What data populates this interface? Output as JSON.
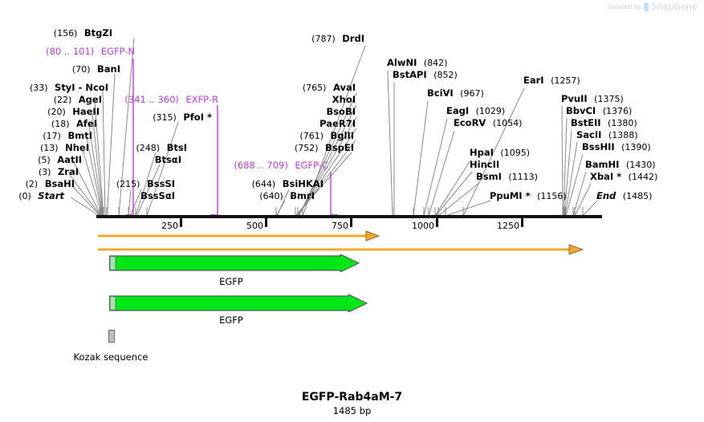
{
  "watermark": {
    "created_by": "Created by",
    "brand": "SnapGene"
  },
  "title": "EGFP-Rab4aM-7",
  "subtitle": "1485 bp",
  "sequence_length_bp": 1485,
  "ruler": {
    "ticks": [
      {
        "label": "250",
        "bp": 250
      },
      {
        "label": "500",
        "bp": 500
      },
      {
        "label": "750",
        "bp": 750
      },
      {
        "label": "1000",
        "bp": 1000
      },
      {
        "label": "1250",
        "bp": 1250
      }
    ]
  },
  "site_labels": [
    {
      "id": "start",
      "pos": "(0)",
      "names": [
        "Start"
      ],
      "style": "italic",
      "bp": 0
    },
    {
      "id": "bsahi",
      "pos": "(2)",
      "names": [
        "BsaHI"
      ],
      "bp": 2
    },
    {
      "id": "zrai",
      "pos": "(3)",
      "names": [
        "ZraI"
      ],
      "bp": 3
    },
    {
      "id": "aatii",
      "pos": "(5)",
      "names": [
        "AatII"
      ],
      "bp": 5
    },
    {
      "id": "nhei",
      "pos": "(13)",
      "names": [
        "NheI"
      ],
      "bp": 13
    },
    {
      "id": "bmti",
      "pos": "(17)",
      "names": [
        "BmtI"
      ],
      "bp": 17
    },
    {
      "id": "afei",
      "pos": "(18)",
      "names": [
        "AfeI"
      ],
      "bp": 18
    },
    {
      "id": "haeii",
      "pos": "(20)",
      "names": [
        "HaeII"
      ],
      "bp": 20
    },
    {
      "id": "agei",
      "pos": "(22)",
      "names": [
        "AgeI"
      ],
      "bp": 22
    },
    {
      "id": "styi",
      "pos": "(33)",
      "names": [
        "StyI  -  NcoI"
      ],
      "bp": 33
    },
    {
      "id": "bani",
      "pos": "(70)",
      "names": [
        "BanI"
      ],
      "bp": 70
    },
    {
      "id": "btgzi",
      "pos": "(156)",
      "names": [
        "BtgZI"
      ],
      "bp": 156
    },
    {
      "id": "bsssi",
      "pos": "(215)",
      "names": [
        "BssSI",
        "BssSαI"
      ],
      "bp": 215
    },
    {
      "id": "btsi",
      "pos": "(248)",
      "names": [
        "BtsI",
        "BtsαI"
      ],
      "bp": 248
    },
    {
      "id": "pfoi",
      "pos": "(315)",
      "names": [
        "PfoI *"
      ],
      "bp": 315
    },
    {
      "id": "bmri",
      "pos": "(640)",
      "names": [
        "BmrI"
      ],
      "bp": 640
    },
    {
      "id": "bsihkai",
      "pos": "(644)",
      "names": [
        "BsiHKAI"
      ],
      "bp": 644
    },
    {
      "id": "bspei",
      "pos": "(752)",
      "names": [
        "BspEI"
      ],
      "bp": 752
    },
    {
      "id": "bglii",
      "pos": "(761)",
      "names": [
        "BglII"
      ],
      "bp": 761
    },
    {
      "id": "avai",
      "pos": "(765)",
      "names": [
        "AvaI",
        "XhoI",
        "BsoBI",
        "PaeR7I"
      ],
      "bp": 765
    },
    {
      "id": "drdi",
      "pos": "(787)",
      "names": [
        "DrdI"
      ],
      "bp": 787
    },
    {
      "id": "alwni",
      "pos": "(842)",
      "names": [
        "AlwNI"
      ],
      "bp": 842,
      "align": "left"
    },
    {
      "id": "bstapi",
      "pos": "(852)",
      "names": [
        "BstAPI"
      ],
      "bp": 852,
      "align": "left"
    },
    {
      "id": "bcivi",
      "pos": "(967)",
      "names": [
        "BciVI"
      ],
      "bp": 967,
      "align": "left"
    },
    {
      "id": "eagi",
      "pos": "(1029)",
      "names": [
        "EagI"
      ],
      "bp": 1029,
      "align": "left"
    },
    {
      "id": "ecorv",
      "pos": "(1054)",
      "names": [
        "EcoRV"
      ],
      "bp": 1054,
      "align": "left"
    },
    {
      "id": "hpai",
      "pos": "(1095)",
      "names": [
        "HpaI",
        "HincII"
      ],
      "bp": 1095,
      "align": "left"
    },
    {
      "id": "bsmi",
      "pos": "(1113)",
      "names": [
        "BsmI"
      ],
      "bp": 1113,
      "align": "left"
    },
    {
      "id": "ppumi",
      "pos": "(1156)",
      "names": [
        "PpuMI *"
      ],
      "bp": 1156,
      "align": "left"
    },
    {
      "id": "eari",
      "pos": "(1257)",
      "names": [
        "EarI"
      ],
      "bp": 1257,
      "align": "left"
    },
    {
      "id": "pvuii",
      "pos": "(1375)",
      "names": [
        "PvuII"
      ],
      "bp": 1375,
      "align": "left"
    },
    {
      "id": "bbvci",
      "pos": "(1376)",
      "names": [
        "BbvCI"
      ],
      "bp": 1376,
      "align": "left"
    },
    {
      "id": "bsteii",
      "pos": "(1380)",
      "names": [
        "BstEII"
      ],
      "bp": 1380,
      "align": "left"
    },
    {
      "id": "sacii",
      "pos": "(1388)",
      "names": [
        "SacII"
      ],
      "bp": 1388,
      "align": "left"
    },
    {
      "id": "bsshii",
      "pos": "(1390)",
      "names": [
        "BssHII"
      ],
      "bp": 1390,
      "align": "left"
    },
    {
      "id": "bamhi",
      "pos": "(1430)",
      "names": [
        "BamHI"
      ],
      "bp": 1430,
      "align": "left"
    },
    {
      "id": "xbai",
      "pos": "(1442)",
      "names": [
        "XbaI *"
      ],
      "bp": 1442,
      "align": "left"
    },
    {
      "id": "end",
      "pos": "(1485)",
      "names": [
        "End"
      ],
      "style": "italic",
      "bp": 1485,
      "align": "left"
    }
  ],
  "primer_labels": [
    {
      "id": "egfp-n",
      "range": "(80 .. 101)",
      "name": "EGFP-N"
    },
    {
      "id": "exfp-r",
      "range": "(341 .. 360)",
      "name": "EXFP-R"
    },
    {
      "id": "egfp-c",
      "range": "(688 .. 709)",
      "name": "EGFP-C"
    }
  ],
  "features": [
    {
      "id": "orf-1",
      "label": "EGFP",
      "kind": "CDS",
      "color": "#00e715"
    },
    {
      "id": "orf-2",
      "label": "EGFP",
      "kind": "CDS",
      "color": "#00e715"
    },
    {
      "id": "kozak",
      "label": "Kozak sequence",
      "kind": "misc",
      "color": "#b9bcc1"
    }
  ],
  "colors": {
    "feature_green": "#00e715",
    "primer_orange": "#f0a830",
    "primer_purple": "#b43fd2",
    "axis_black": "#111111",
    "leader_gray": "#8a8a8a"
  }
}
